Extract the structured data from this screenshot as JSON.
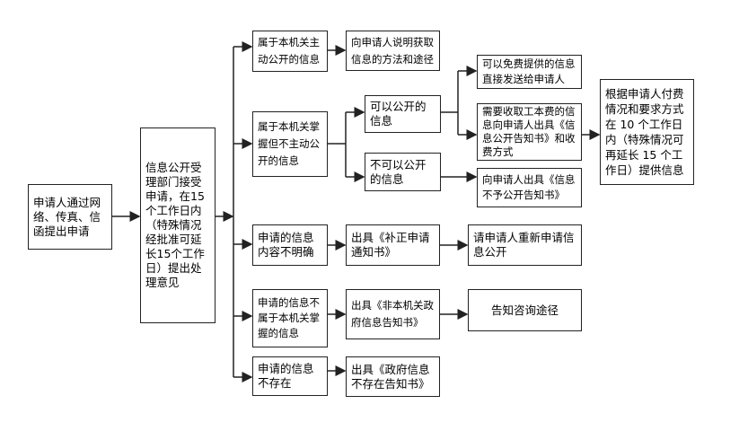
{
  "start": "申请人通过网络、传真、信函提出申请",
  "accept": "信息公开受理部门接受申请，在15个工作日内（特殊情况经批准可延长15个工作日）提出处理意见",
  "rows": [
    {
      "category": "属于本机关主动公开的信息",
      "action": "向申请人说明获取信息的方法和途径"
    },
    {
      "category": "属于本机关掌握但不主动公开的信息",
      "can_disclose": "可以公开的信息",
      "cannot_disclose": "不可以公开的信息",
      "free": "可以免费提供的信息直接发送给申请人",
      "fee": "需要收取工本费的信息向申请人出具《信息公开告知书》和收费方式",
      "refuse": "向申请人出具《信息不予公开告知书》",
      "provide": "根据申请人付费情况和要求方式在 10 个工作日内（特殊情况可再延长 15 个工作日）提供信息"
    },
    {
      "category": "申请的信息内容不明确",
      "action": "出具《补正申请通知书》",
      "result": "请申请人重新申请信息公开"
    },
    {
      "category": "申请的信息不属于本机关掌握的信息",
      "action": "出具《非本机关政府信息告知书》",
      "result": "告知咨询途径"
    },
    {
      "category": "申请的信息不存在",
      "action": "出具《政府信息不存在告知书》"
    }
  ]
}
